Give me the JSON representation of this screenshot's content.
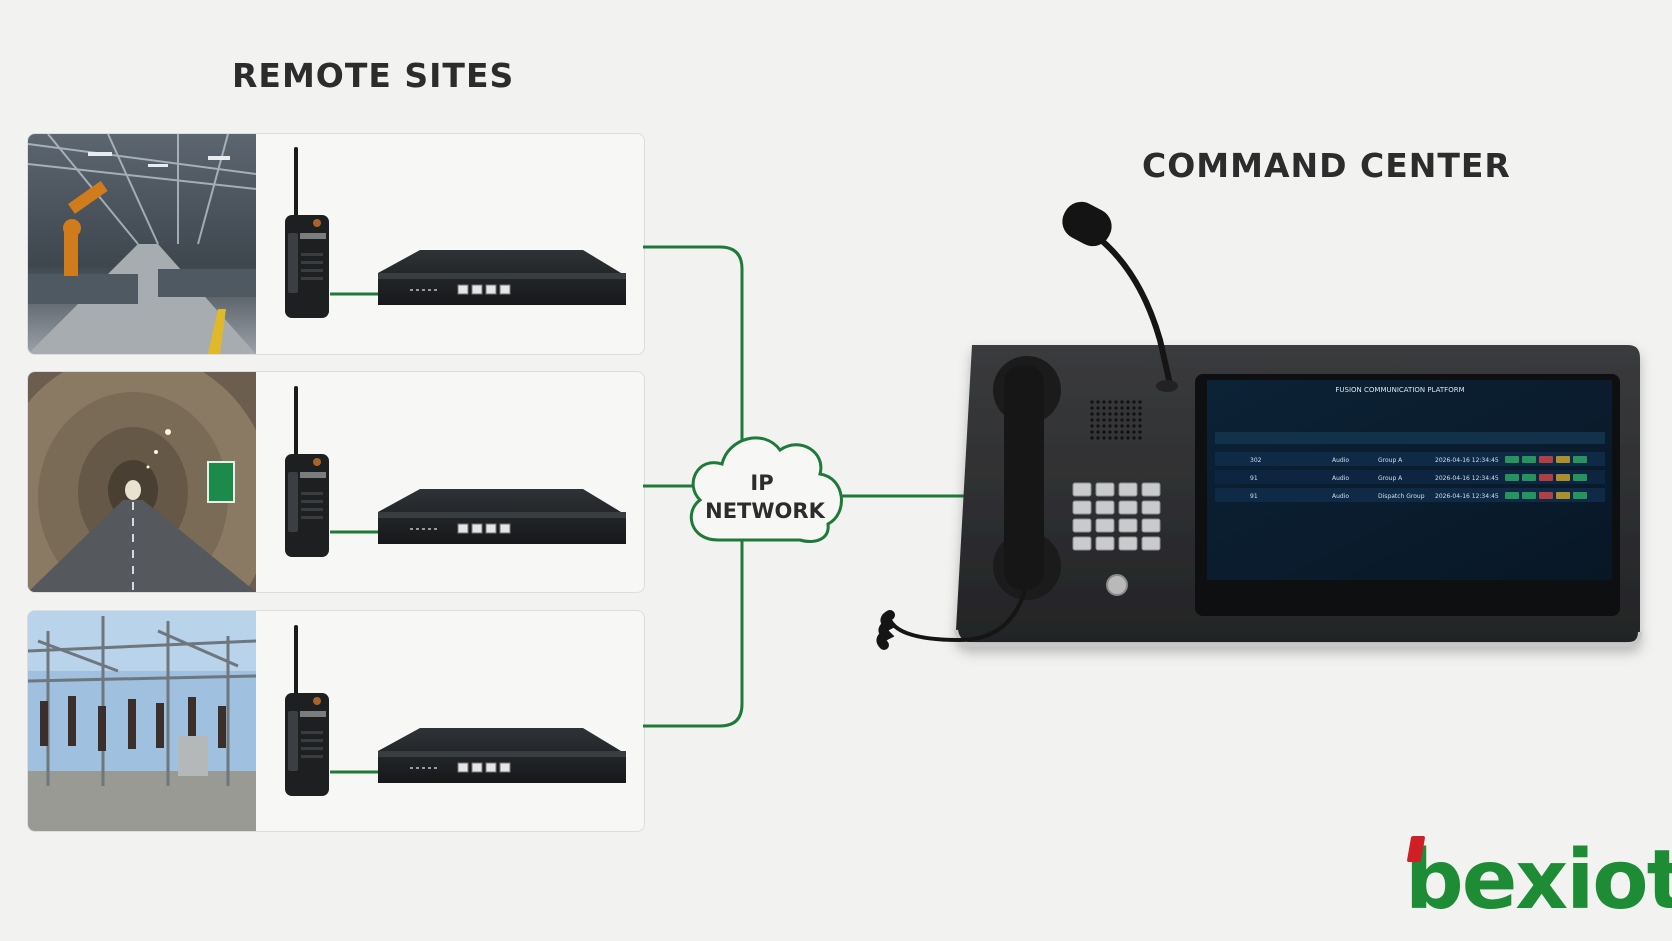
{
  "headings": {
    "remote_sites": "REMOTE SITES",
    "command_center": "COMMAND CENTER"
  },
  "network": {
    "label_line1": "IP",
    "label_line2": "NETWORK"
  },
  "sites": [
    {
      "scene": "factory"
    },
    {
      "scene": "tunnel"
    },
    {
      "scene": "substation"
    }
  ],
  "console_screen": {
    "title": "FUSION COMMUNICATION PLATFORM",
    "rows": [
      {
        "id": "302",
        "type": "Audio",
        "group": "Group A",
        "time": "2026-04-16 12:34:45"
      },
      {
        "id": "91",
        "type": "Audio",
        "group": "Group A",
        "time": "2026-04-16 12:34:45"
      },
      {
        "id": "91",
        "type": "Audio",
        "group": "Dispatch Group",
        "time": "2026-04-16 12:34:45"
      }
    ]
  },
  "brand": {
    "logo_text": "bexiot"
  },
  "colors": {
    "link_line": "#1f7a3a",
    "logo": "#1e8c35",
    "logo_accent": "#d11f26",
    "heading": "#2c2c2c",
    "background": "#f2f2f1"
  },
  "icons": [
    "walkie-talkie-icon",
    "gateway-device-icon",
    "cloud-icon",
    "microphone-icon",
    "handset-icon",
    "keypad-icon"
  ]
}
